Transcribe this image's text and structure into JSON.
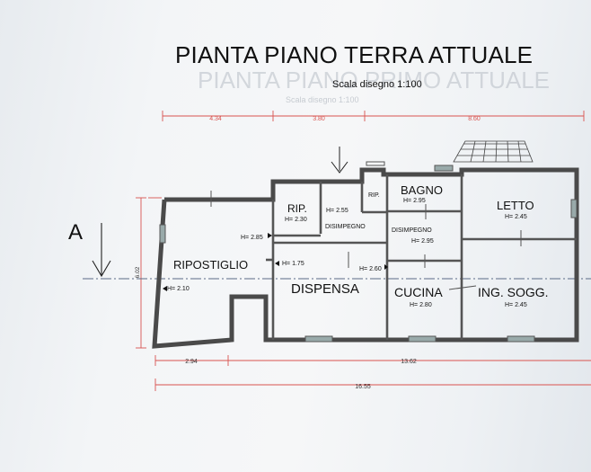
{
  "title": "PIANTA PIANO TERRA ATTUALE",
  "scale": "Scala disegno 1:100",
  "ghost": {
    "title": "PIANTA PIANO PRIMO ATTUALE",
    "scale": "Scala disegno 1:100"
  },
  "section_marker": "A",
  "colors": {
    "wall": "#4a4a4a",
    "dimension": "#d9534f",
    "text": "#111111",
    "section_line": "#5a6a86"
  },
  "dimensions": {
    "top": [
      "4.34",
      "3.80",
      "8.60"
    ],
    "bottom": [
      "2.94",
      "13.62"
    ],
    "total": "16.55",
    "left_height": "6.02"
  },
  "rooms": [
    {
      "name": "RIP.",
      "height": "H= 2.30"
    },
    {
      "name": "",
      "height": "H= 2.55"
    },
    {
      "name": "DISIMPEGNO",
      "height": ""
    },
    {
      "name": "RIP.",
      "height": ""
    },
    {
      "name": "BAGNO",
      "height": "H= 2.95"
    },
    {
      "name": "LETTO",
      "height": "H= 2.45"
    },
    {
      "name": "DISIMPEGNO",
      "height": "H= 2.95"
    },
    {
      "name": "RIPOSTIGLIO",
      "height": "H= 2.10"
    },
    {
      "name": "",
      "height": "H= 2.85"
    },
    {
      "name": "",
      "height": "H= 1.75"
    },
    {
      "name": "DISPENSA",
      "height": "H= 2.60"
    },
    {
      "name": "CUCINA",
      "height": "H= 2.80"
    },
    {
      "name": "ING. SOGG.",
      "height": "H= 2.45"
    }
  ]
}
